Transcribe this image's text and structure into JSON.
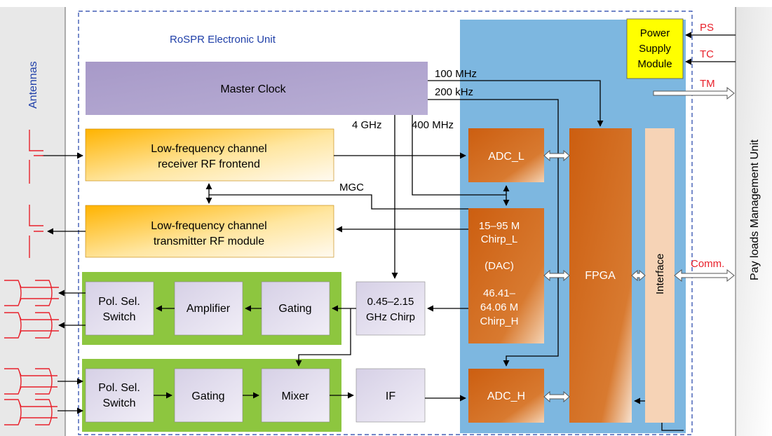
{
  "unit_title": "RoSPR Electronic Unit",
  "antennas_label": "Antennas",
  "pmu_label": "Pay loads Management Unit",
  "blocks": {
    "master_clock": "Master Clock",
    "lf_receiver": [
      "Low-frequency channel",
      "receiver RF frontend"
    ],
    "lf_transmitter": [
      "Low-frequency channel",
      "transmitter RF module"
    ],
    "power_supply": [
      "Power",
      "Supply",
      "Module"
    ],
    "adc_l": "ADC_L",
    "adc_h": "ADC_H",
    "dac": [
      "15–95 M",
      "Chirp_L",
      "(DAC)",
      "46.41–",
      "64.06 M",
      "Chirp_H"
    ],
    "fpga": "FPGA",
    "interface": "Interface",
    "pol_switch_tx": [
      "Pol. Sel.",
      "Switch"
    ],
    "amplifier": "Amplifier",
    "gating_tx": "Gating",
    "ghz_chirp": [
      "0.45–2.15",
      "GHz Chirp"
    ],
    "pol_switch_rx": [
      "Pol. Sel.",
      "Switch"
    ],
    "gating_rx": "Gating",
    "mixer": "Mixer",
    "if": "IF"
  },
  "signals": {
    "f100": "100 MHz",
    "f200": "200 kHz",
    "f4g": "4 GHz",
    "f400": "400 MHz",
    "mgc": "MGC",
    "ps": "PS",
    "tc": "TC",
    "tm": "TM",
    "comm": "Comm."
  },
  "colors": {
    "blue_panel": "#7db7e0",
    "master_clock": "#a89cc8",
    "orange_block": "#d2691e",
    "yellow_block": "#ffff00",
    "green_panel": "#8dc63f",
    "grey_block": "#ddd8ea",
    "interface": "#f6d3b6",
    "antenna_red": "#e8202a",
    "label_red": "#e8202a",
    "title_blue": "#1f3fa8"
  }
}
